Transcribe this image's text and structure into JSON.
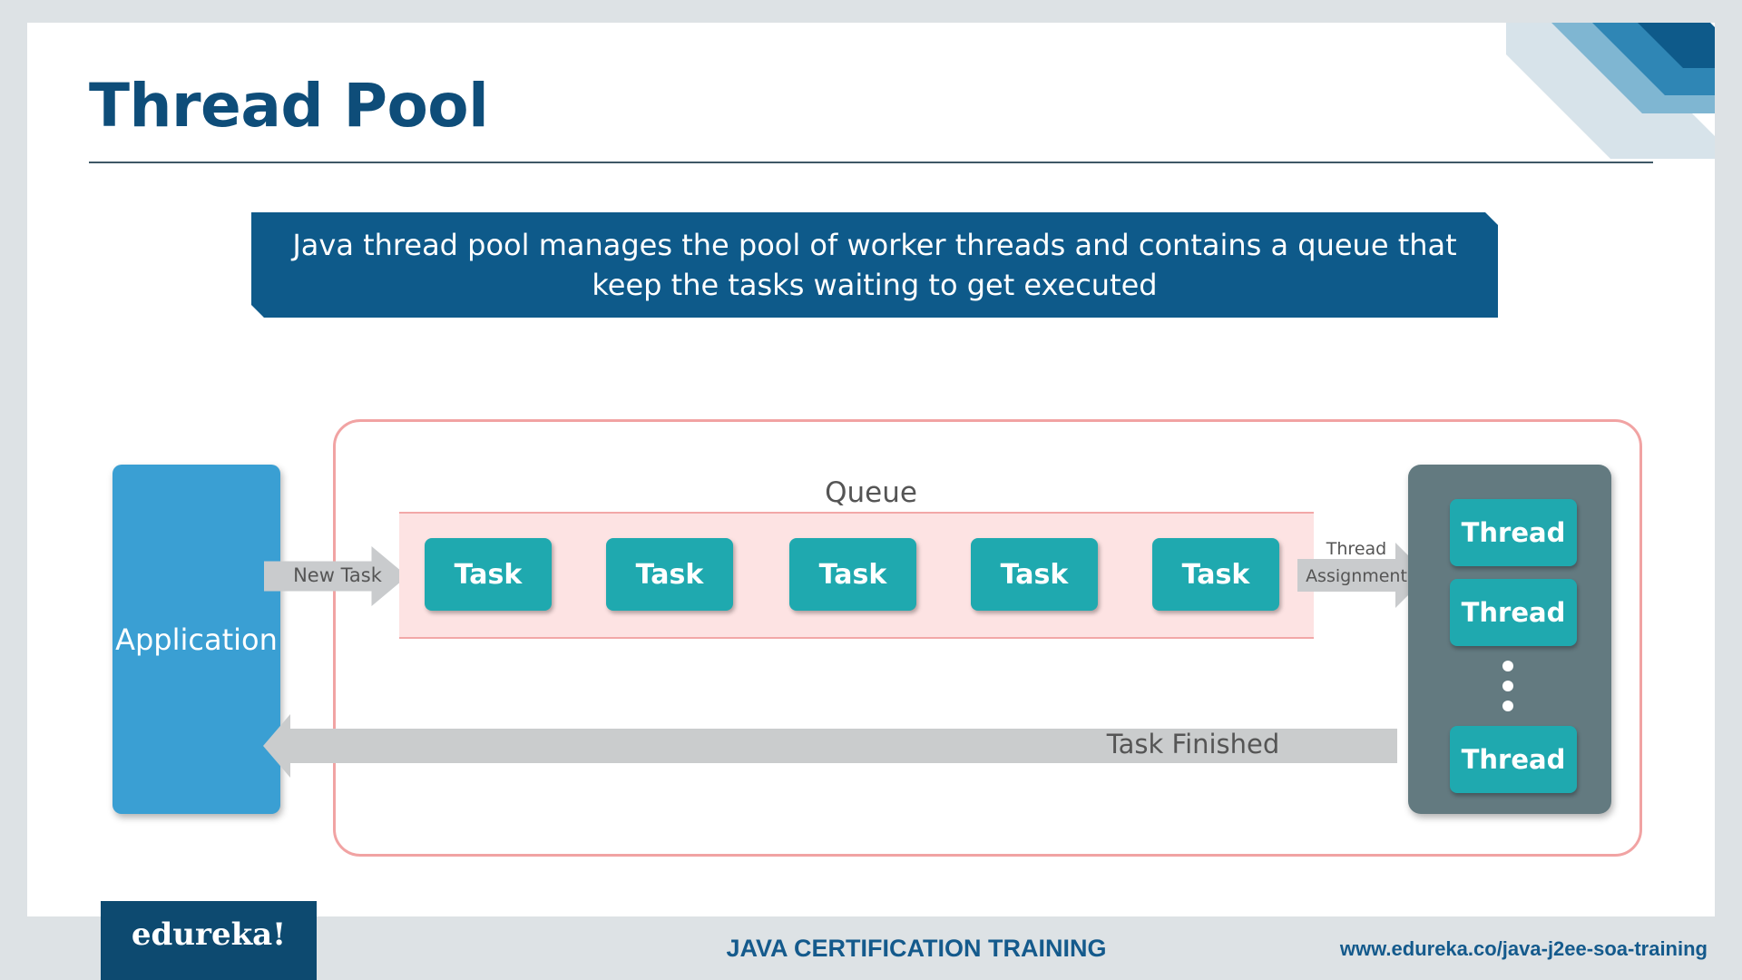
{
  "slide": {
    "title": "Thread Pool",
    "description": "Java thread pool manages the pool of worker threads and contains a queue that keep the tasks waiting to get executed"
  },
  "diagram": {
    "application_label": "Application",
    "new_task_label": "New Task",
    "queue_label": "Queue",
    "tasks": [
      "Task",
      "Task",
      "Task",
      "Task",
      "Task"
    ],
    "thread_assignment_label": [
      "Thread",
      "Assignment"
    ],
    "threads": [
      "Thread",
      "Thread",
      "Thread"
    ],
    "task_finished_label": "Task Finished"
  },
  "footer": {
    "brand": "edureka!",
    "course": "JAVA CERTIFICATION TRAINING",
    "url": "www.edureka.co/java-j2ee-soa-training"
  },
  "colors": {
    "title": "#0e4d79",
    "banner": "#0e5a8a",
    "application": "#3a9fd3",
    "task": "#1fa9af",
    "thread_panel": "#637a80",
    "pool_border": "#f1a3a3",
    "queue_fill": "#fde3e3",
    "arrow": "#c9cbcd"
  }
}
